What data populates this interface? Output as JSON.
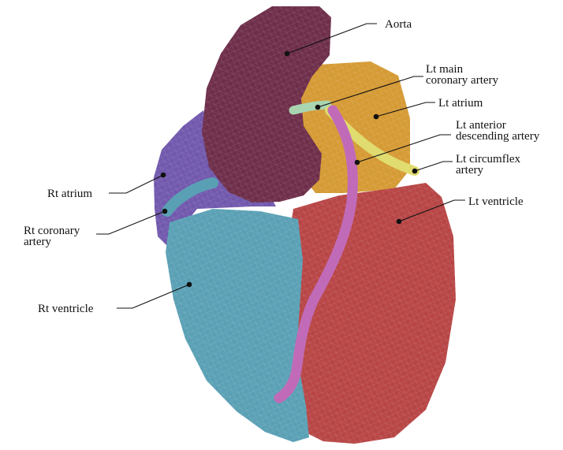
{
  "labels": {
    "aorta": "Aorta",
    "lt_main_coronary_1": "Lt main",
    "lt_main_coronary_2": "coronary artery",
    "lt_atrium": "Lt atrium",
    "lt_anterior_descending_1": "Lt anterior",
    "lt_anterior_descending_2": "descending artery",
    "lt_circumflex_1": "Lt circumflex",
    "lt_circumflex_2": "artery",
    "lt_ventricle": "Lt ventricle",
    "rt_atrium": "Rt atrium",
    "rt_coronary_1": "Rt coronary",
    "rt_coronary_2": "artery",
    "rt_ventricle": "Rt ventricle"
  },
  "colors": {
    "aorta": "#6e2e4a",
    "lt_atrium": "#d59a34",
    "rt_atrium": "#7158ad",
    "lt_ventricle": "#b84545",
    "rt_ventricle": "#5aa0b5",
    "lad_artery": "#c16bb8",
    "circumflex_artery": "#e0dc6f",
    "coronary_green": "#a9d6b0"
  }
}
